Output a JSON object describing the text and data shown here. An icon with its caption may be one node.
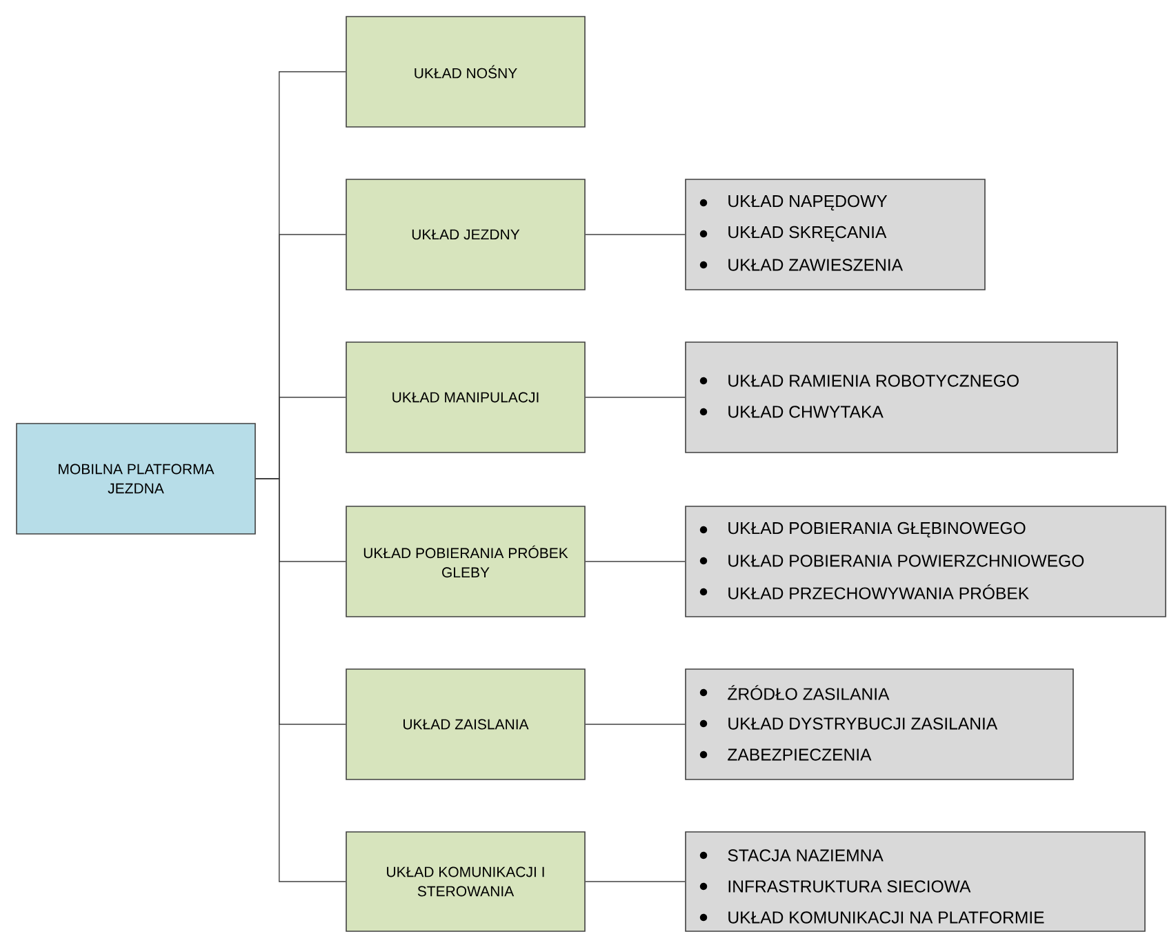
{
  "diagram": {
    "nodes": [
      {
        "text": [
          "MOBILNA PLATFORMA JEZDNA"
        ]
      },
      {
        "text": [
          "UKŁAD NOŚNY"
        ]
      },
      {
        "text": [
          "UKŁAD JEZDNY"
        ]
      },
      {
        "text": [
          "UKŁAD MANIPULACJI"
        ]
      },
      {
        "text": [
          "UKŁAD POBIERANIA PRÓBEK GLEBY"
        ]
      },
      {
        "text": [
          "UKŁAD ZAISLANIA"
        ]
      },
      {
        "text": [
          "UKŁAD KOMUNIKACJI I STEROWANIA"
        ]
      },
      {
        "text": [
          "UKŁAD NAPĘDOWY",
          "UKŁAD SKRĘCANIA",
          "UKŁAD ZAWIESZENIA"
        ]
      },
      {
        "text": [
          "UKŁAD RAMIENIA ROBOTYCZNEGO",
          "UKŁAD CHWYTAKA"
        ]
      },
      {
        "text": [
          "UKŁAD POBIERANIA GŁĘBINOWEGO",
          "UKŁAD POBIERANIA POWIERZCHNIOWEGO",
          "UKŁAD PRZECHOWYWANIA PRÓBEK"
        ]
      },
      {
        "text": [
          "ŹRÓDŁO ZASILANIA",
          "UKŁAD DYSTRYBUCJI ZASILANIA",
          "ZABEZPIECZENIA"
        ]
      },
      {
        "text": [
          "STACJA NAZIEMNA",
          "INFRASTRUKTURA SIECIOWA",
          "UKŁAD KOMUNIKACJI NA PLATFORMIE"
        ]
      }
    ],
    "edges": [
      {
        "from": 0,
        "to": 1,
        "arrow": "none"
      },
      {
        "from": 0,
        "to": 2,
        "arrow": "none"
      },
      {
        "from": 0,
        "to": 3,
        "arrow": "none"
      },
      {
        "from": 0,
        "to": 4,
        "arrow": "none"
      },
      {
        "from": 0,
        "to": 5,
        "arrow": "none"
      },
      {
        "from": 0,
        "to": 6,
        "arrow": "none"
      },
      {
        "from": 2,
        "to": 7,
        "arrow": "none"
      },
      {
        "from": 3,
        "to": 8,
        "arrow": "none"
      },
      {
        "from": 4,
        "to": 9,
        "arrow": "none"
      },
      {
        "from": 5,
        "to": 10,
        "arrow": "none"
      },
      {
        "from": 6,
        "to": 11,
        "arrow": "none"
      }
    ]
  }
}
